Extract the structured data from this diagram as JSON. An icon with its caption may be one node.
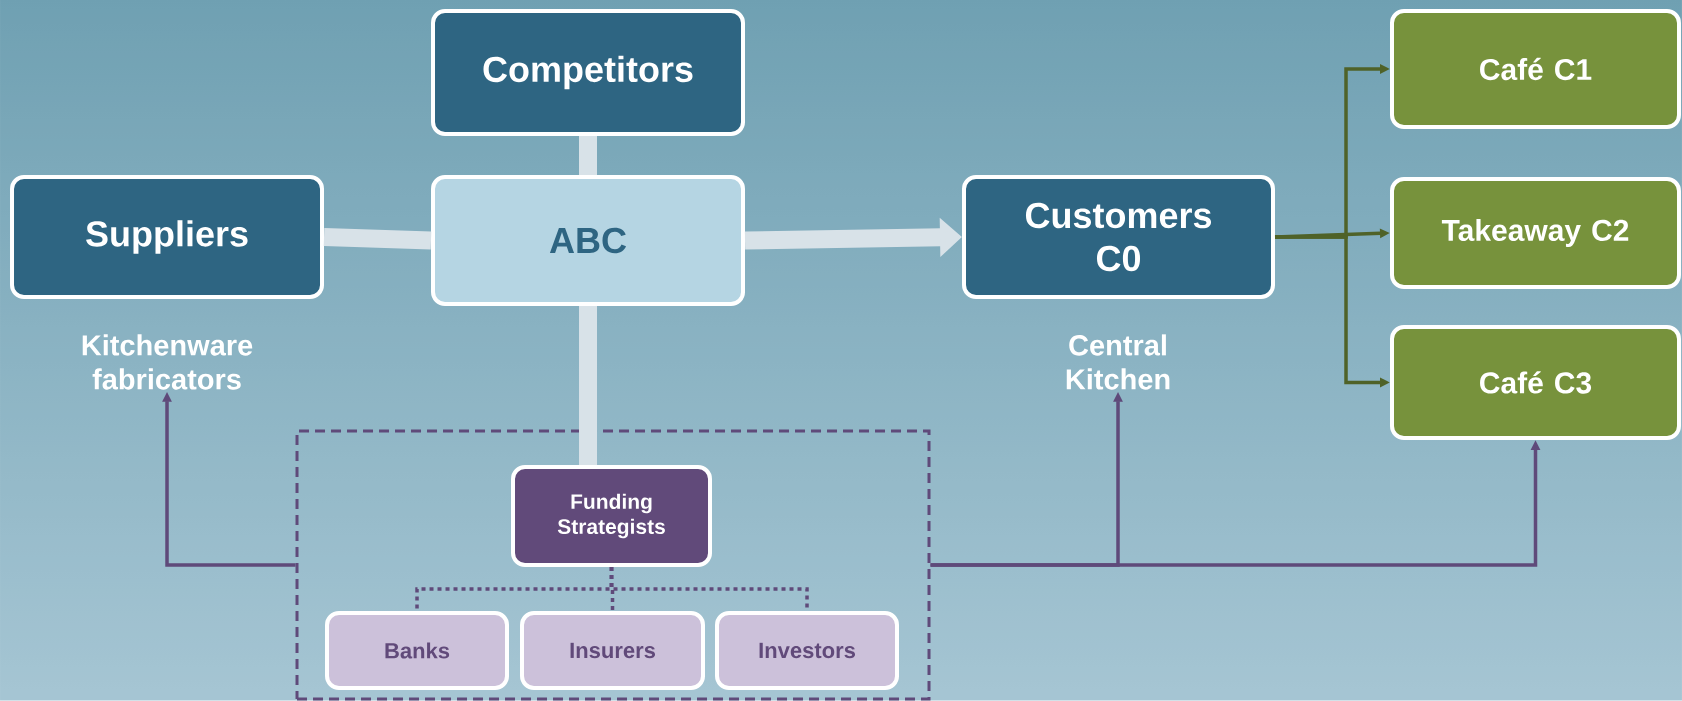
{
  "diagram": {
    "nodes": [
      {
        "text": [
          "Competitors"
        ]
      },
      {
        "text": [
          "Suppliers"
        ],
        "beside": [
          "Kitchenware fabricators"
        ]
      },
      {
        "text": [
          "ABC"
        ]
      },
      {
        "text": [
          "Customers C0"
        ],
        "beside": [
          "Central Kitchen"
        ]
      },
      {
        "text": [
          "Café C1"
        ]
      },
      {
        "text": [
          "Takeaway C2"
        ]
      },
      {
        "text": [
          "Café C3"
        ]
      },
      {
        "text": [],
        "shape": "box"
      },
      {
        "text": [
          "Funding Strategists"
        ],
        "in": 7
      },
      {
        "text": [
          "Banks"
        ],
        "in": 7
      },
      {
        "text": [
          "Insurers"
        ],
        "in": 7
      },
      {
        "text": [
          "Investors"
        ],
        "in": 7
      }
    ],
    "edges": [
      {
        "from": 0,
        "to": 2,
        "arrow": "none",
        "style": "thick",
        "color": "#d8e2e8"
      },
      {
        "from": 1,
        "to": 2,
        "arrow": "none",
        "style": "thick",
        "color": "#d8e2e8"
      },
      {
        "from": 2,
        "to": 3,
        "arrow": "to",
        "style": "thick",
        "color": "#d8e2e8"
      },
      {
        "from": 2,
        "to": 8,
        "arrow": "none",
        "style": "thick",
        "color": "#d8e2e8"
      },
      {
        "from": 3,
        "to": 4,
        "arrow": "to",
        "color": "#4f6228"
      },
      {
        "from": 3,
        "to": 5,
        "arrow": "to",
        "color": "#4f6228"
      },
      {
        "from": 3,
        "to": 6,
        "arrow": "to",
        "color": "#4f6228"
      },
      {
        "from": 8,
        "to": 9,
        "arrow": "none",
        "style": "dashed",
        "color": "#5f4a7a"
      },
      {
        "from": 8,
        "to": 10,
        "arrow": "none",
        "style": "dashed",
        "color": "#5f4a7a"
      },
      {
        "from": 8,
        "to": 11,
        "arrow": "none",
        "style": "dashed",
        "color": "#5f4a7a"
      },
      {
        "from": 7,
        "to": 1,
        "arrow": "to",
        "color": "#5f4a7a"
      },
      {
        "from": 7,
        "to": 3,
        "arrow": "to",
        "color": "#5f4a7a"
      },
      {
        "from": 7,
        "to": 6,
        "arrow": "to",
        "color": "#5f4a7a"
      }
    ]
  }
}
